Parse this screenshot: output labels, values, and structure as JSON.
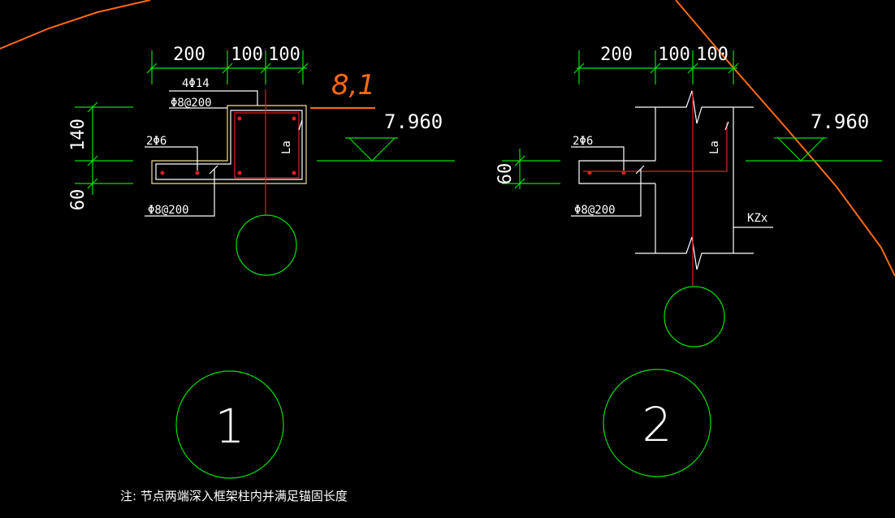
{
  "detail1": {
    "dims_top": [
      "200",
      "100",
      "100"
    ],
    "dims_left": [
      "140",
      "60"
    ],
    "rebar_top": "4Φ14",
    "stirrup_top": "Φ8@200",
    "rebar_side": "2Φ6",
    "stirrup_bottom": "Φ8@200",
    "anchor": "La",
    "elevation": "7.960",
    "number": "1"
  },
  "detail2": {
    "dims_top": [
      "200",
      "100",
      "100"
    ],
    "dims_left": [
      "60"
    ],
    "rebar_side": "2Φ6",
    "stirrup_bottom": "Φ8@200",
    "anchor": "La",
    "elevation": "7.960",
    "column_label": "KZx",
    "number": "2"
  },
  "note": "注: 节点两端深入框架柱内并满足锚固长度",
  "handwritten": "8,1",
  "colors": {
    "background": "#000000",
    "dimension": "#00e000",
    "text": "#ffffff",
    "rebar": "#e02020",
    "outline": "#f0e090",
    "markup": "#ff6a14"
  }
}
